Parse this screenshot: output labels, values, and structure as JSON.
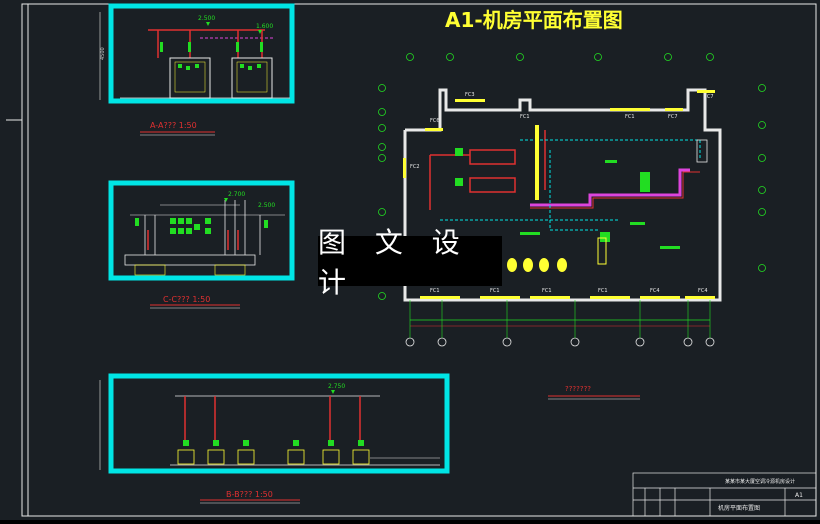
{
  "title": "A1-机房平面布置图",
  "sections": {
    "a_a": {
      "label": "A-A??? 1:50",
      "elev_top": "2.500",
      "elev_right": "1.600"
    },
    "c_c": {
      "label": "C-C??? 1:50",
      "elev_top": "2.700",
      "elev_right": "2.500"
    },
    "b_b": {
      "label": "B-B??? 1:50",
      "elev_top": "2.750"
    },
    "plan_note": "???????"
  },
  "plan": {
    "fc_labels": [
      "FC3",
      "FC1",
      "FC7",
      "FC6",
      "FC1",
      "FC7",
      "FC2",
      "FC1",
      "FC1",
      "FC1",
      "FC1",
      "FC4",
      "FC4"
    ]
  },
  "overlay_text": "图 文 设 计",
  "title_block": {
    "project": "某某市某大厦空调冷源机房设计",
    "drawing_name": "机房平面布置图",
    "sheet": "A1"
  },
  "colors": {
    "background": "#1a1f24",
    "frame": "#00e5e5",
    "title": "#ffff33",
    "red": "#e03030",
    "green": "#22dd22",
    "white": "#ffffff",
    "magenta": "#dd44dd"
  }
}
